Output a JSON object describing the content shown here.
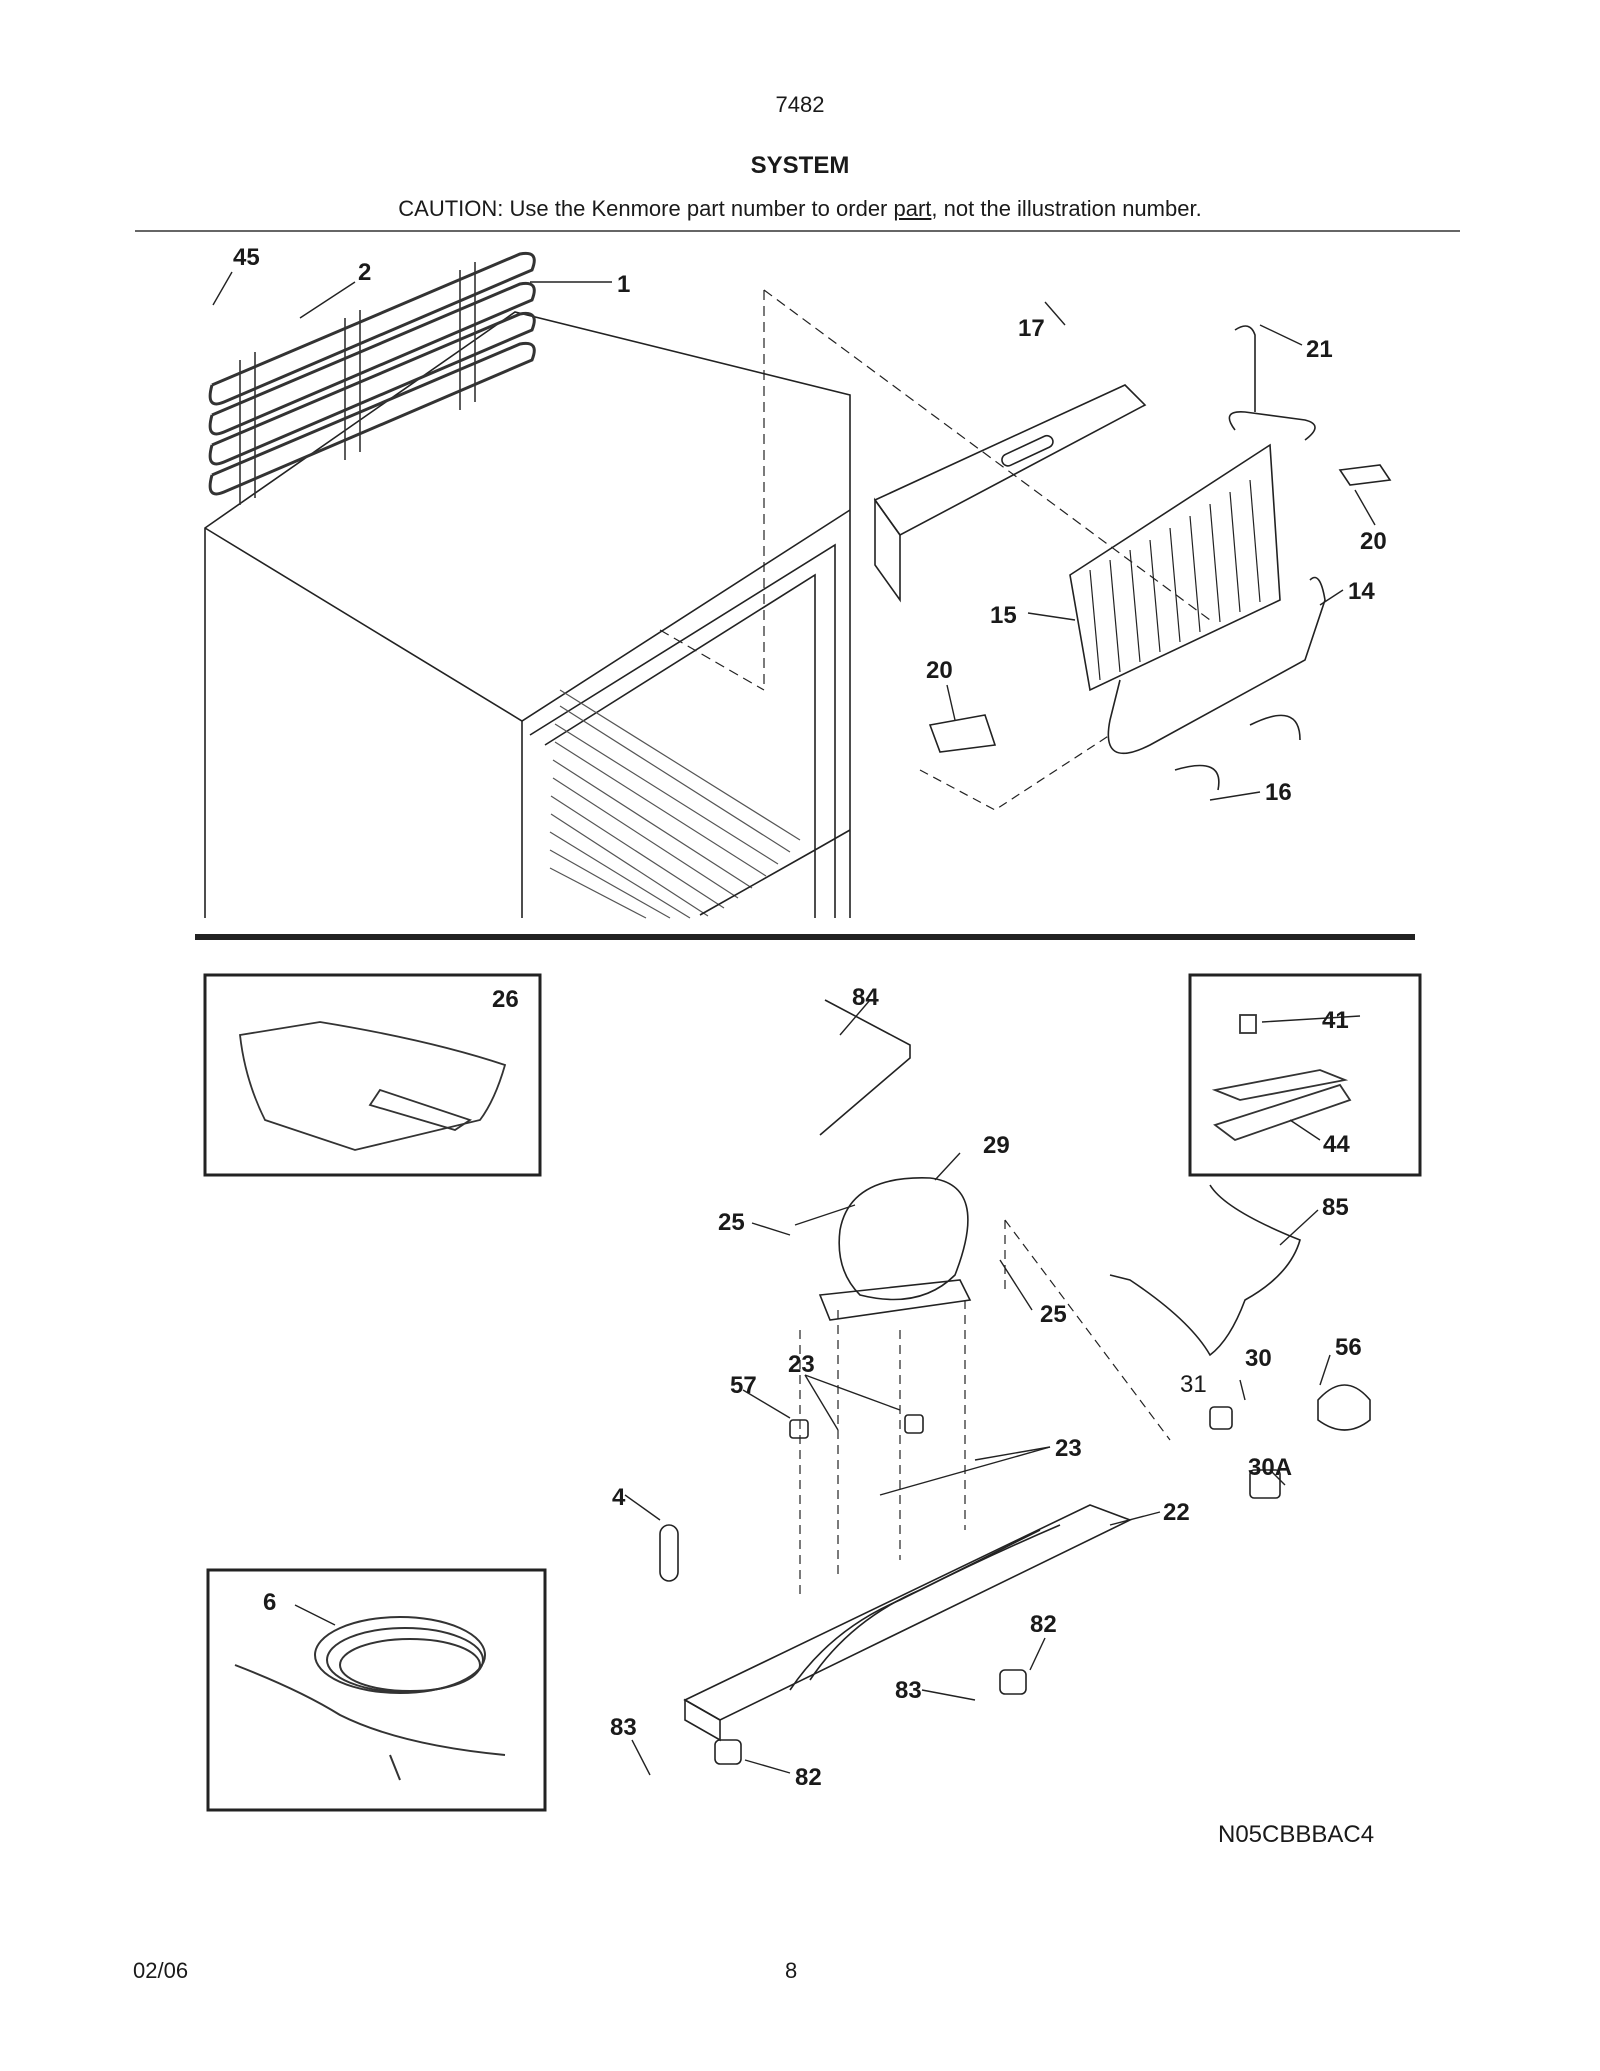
{
  "header": {
    "model": "7482",
    "title": "SYSTEM",
    "caution_prefix": "CAUTION: Use the Kenmore part number to order ",
    "caution_link": "part",
    "caution_suffix": ", not the illustration number."
  },
  "callouts": {
    "c45": "45",
    "c2": "2",
    "c1": "1",
    "c17": "17",
    "c21": "21",
    "c20a": "20",
    "c15": "15",
    "c14": "14",
    "c20b": "20",
    "c16": "16",
    "c26": "26",
    "c84": "84",
    "c41": "41",
    "c44": "44",
    "c29": "29",
    "c85": "85",
    "c25a": "25",
    "c25b": "25",
    "c56": "56",
    "c30": "30",
    "c31": "31",
    "c23a": "23",
    "c57": "57",
    "c23b": "23",
    "c30a": "30A",
    "c4": "4",
    "c22": "22",
    "c6": "6",
    "c82a": "82",
    "c83a": "83",
    "c83b": "83",
    "c82b": "82"
  },
  "footer": {
    "diagram_code": "N05CBBBAC4",
    "date": "02/06",
    "page": "8"
  }
}
